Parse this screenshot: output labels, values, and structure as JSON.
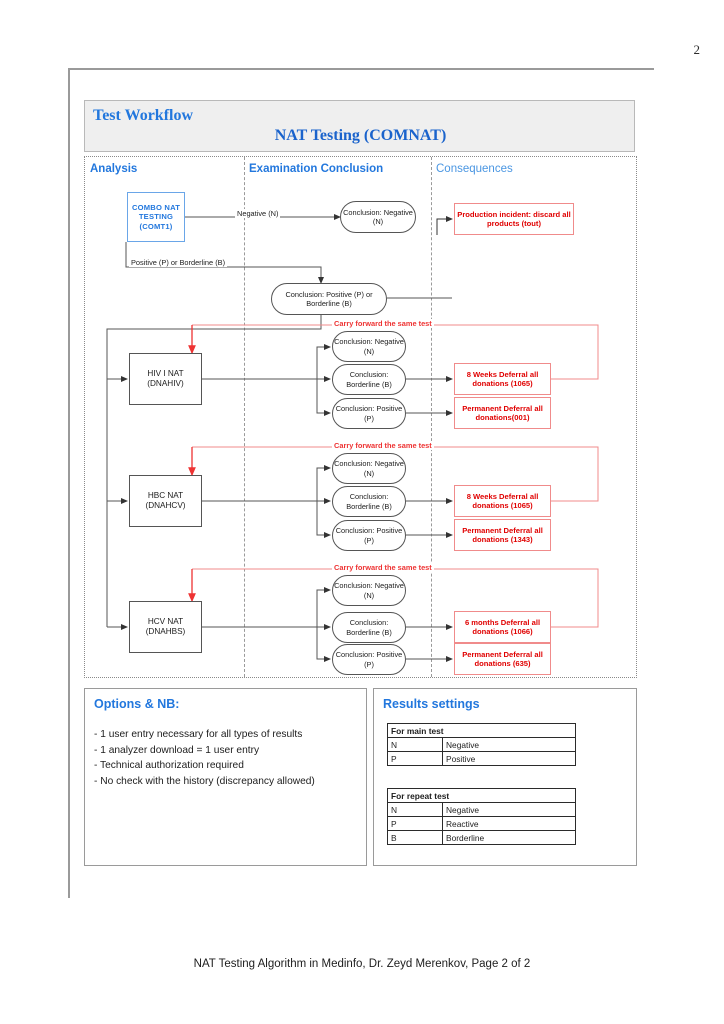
{
  "page_number": "2",
  "title": {
    "main": "Test Workflow",
    "sub": "NAT Testing (COMNAT)"
  },
  "lanes": {
    "analysis": "Analysis",
    "examination": "Examination Conclusion",
    "consequences": "Consequences"
  },
  "nodes": {
    "combo": "COMBO NAT TESTING (COMT1)",
    "concl_neg_top": "Conclusion: Negative (N)",
    "concl_pos_bord_top": "Conclusion: Positive (P) or Borderline (B)",
    "production_incident": "Production incident: discard all products (tout)",
    "hiv": "HIV I NAT (DNAHIV)",
    "hbc": "HBC NAT (DNAHCV)",
    "hcv": "HCV NAT (DNAHBS)",
    "concl_neg": "Conclusion: Negative (N)",
    "concl_bord": "Conclusion: Borderline (B)",
    "concl_pos": "Conclusion: Positive (P)",
    "hiv_borderline_conseq": "8 Weeks Deferral all donations (1065)",
    "hiv_positive_conseq": "Permanent Deferral all donations(001)",
    "hbc_borderline_conseq": "8 Weeks Deferral all donations (1065)",
    "hbc_positive_conseq": "Permanent Deferral all donations (1343)",
    "hcv_borderline_conseq": "6 months Deferral all donations (1066)",
    "hcv_positive_conseq": "Permanent Deferral all donations (635)"
  },
  "edge_labels": {
    "negative": "Negative (N)",
    "positive_or_borderline": "Positive (P) or Borderline (B)",
    "carry_forward": "Carry forward the same test"
  },
  "options": {
    "heading": "Options & NB:",
    "items": [
      "- 1 user entry necessary for all types of results",
      "- 1 analyzer download = 1 user entry",
      "- Technical authorization required",
      "- No check with the history (discrepancy allowed)"
    ]
  },
  "results": {
    "heading": "Results settings",
    "main_test": {
      "caption": "For main test",
      "rows": [
        {
          "code": "N",
          "meaning": "Negative"
        },
        {
          "code": "P",
          "meaning": "Positive"
        }
      ]
    },
    "repeat_test": {
      "caption": "For repeat test",
      "rows": [
        {
          "code": "N",
          "meaning": "Negative"
        },
        {
          "code": "P",
          "meaning": "Reactive"
        },
        {
          "code": "B",
          "meaning": "Borderline"
        }
      ]
    }
  },
  "footer": "NAT Testing Algorithm in Medinfo, Dr. Zeyd Merenkov, Page 2 of 2",
  "colors": {
    "accent_blue": "#2277dd",
    "alert_red": "#e00000",
    "wire_gray": "#555555"
  }
}
